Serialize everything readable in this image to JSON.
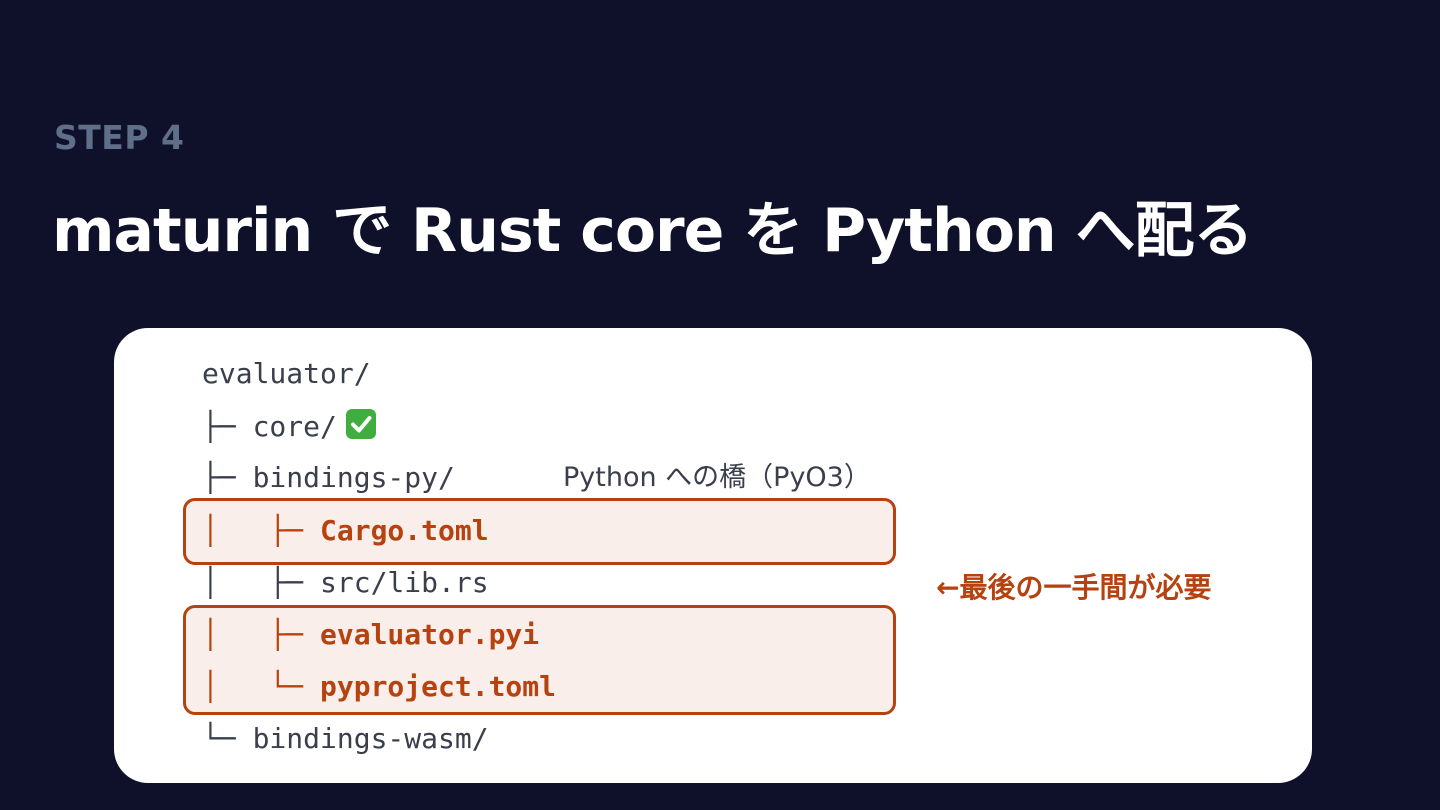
{
  "header": {
    "step": "STEP 4",
    "title": "maturin で Rust core を Python へ配る"
  },
  "tree": {
    "root": "evaluator/",
    "core": "├─ core/",
    "core_status_icon": "check-mark-icon",
    "bindings_py": "├─ bindings-py/",
    "bindings_py_note": "Python への橋（PyO3）",
    "cargo": "│   ├─ Cargo.toml",
    "src": "│   ├─ src/lib.rs",
    "pyi": "│   ├─ evaluator.pyi",
    "pyproject": "│   └─ pyproject.toml",
    "bindings_wasm": "└─ bindings-wasm/"
  },
  "annotation": {
    "text": "←最後の一手間が必要"
  },
  "colors": {
    "background": "#0f112a",
    "accent": "#b5420f",
    "highlight_fill": "#f9eee9",
    "check_green": "#3fae3f"
  }
}
